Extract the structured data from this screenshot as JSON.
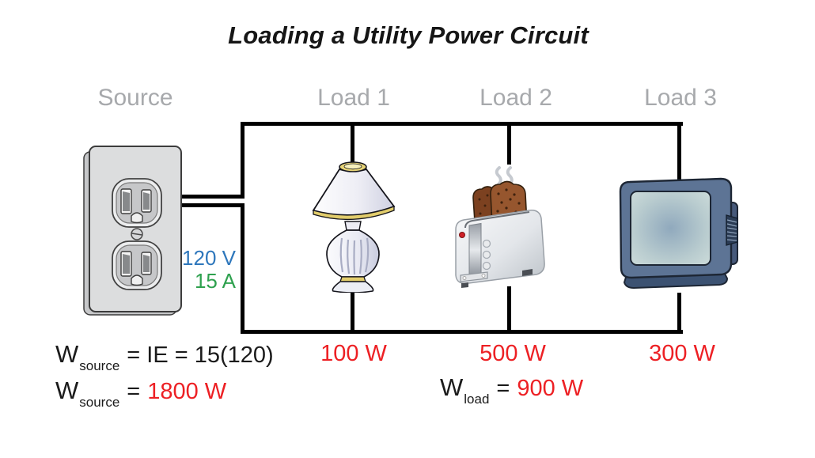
{
  "title": "Loading a Utility Power Circuit",
  "headers": {
    "source": "Source",
    "load1": "Load 1",
    "load2": "Load 2",
    "load3": "Load 3"
  },
  "source": {
    "voltage": "120 V",
    "current": "15 A",
    "icon": "duplex-wall-outlet-illustration"
  },
  "loads": {
    "load1": {
      "icon": "table-lamp-illustration",
      "power": "100 W"
    },
    "load2": {
      "icon": "toaster-illustration",
      "power": "500 W"
    },
    "load3": {
      "icon": "crt-television-illustration",
      "power": "300 W"
    }
  },
  "formulas": {
    "source_calc": {
      "base": "W",
      "sub": "source",
      "rest": "= IE = 15(120)"
    },
    "source_result": {
      "base": "W",
      "sub": "source",
      "eq": "=",
      "value": "1800 W"
    },
    "load_result": {
      "base": "W",
      "sub": "load",
      "eq": "=",
      "value": "900 W"
    }
  },
  "colors": {
    "power_red": "#ed2024",
    "voltage_blue": "#2e77bc",
    "current_green": "#2fa14f",
    "header_gray": "#a7a9ac",
    "wire_black": "#000000"
  }
}
